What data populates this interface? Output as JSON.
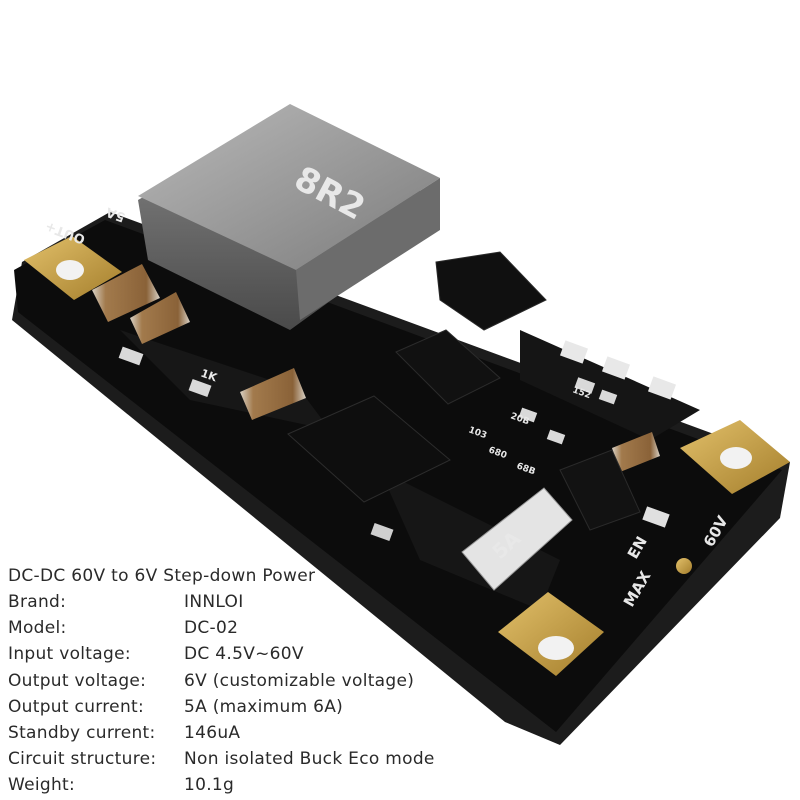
{
  "photo": {
    "pcb_labels": {
      "out_plus": "OUT+",
      "out_current": "5A",
      "inductor_code": "8R2",
      "fuse": "5A",
      "en": "EN",
      "voltage": "60V",
      "max": "MAX",
      "resistor_a": "1K",
      "resistor_b": "152",
      "resistor_c": "103",
      "resistor_d": "20B",
      "resistor_e": "680",
      "resistor_f": "68B"
    },
    "colors": {
      "pcb": "#0c0c0c",
      "gold_pad": "#c8a24a",
      "inductor": "#9a9a9a"
    }
  },
  "specs": {
    "title": "DC-DC 60V to 6V Step-down Power",
    "rows": [
      {
        "key": "Brand:",
        "value": "INNLOI"
      },
      {
        "key": "Model:",
        "value": "DC-02"
      },
      {
        "key": "Input voltage:",
        "value": "DC 4.5V~60V"
      },
      {
        "key": "Output voltage:",
        "value": "6V (customizable voltage)"
      },
      {
        "key": "Output current:",
        "value": "5A (maximum 6A)"
      },
      {
        "key": "Standby current:",
        "value": "146uA"
      },
      {
        "key": "Circuit structure:",
        "value": "Non isolated Buck Eco mode"
      },
      {
        "key": "Weight:",
        "value": "10.1g"
      }
    ]
  }
}
